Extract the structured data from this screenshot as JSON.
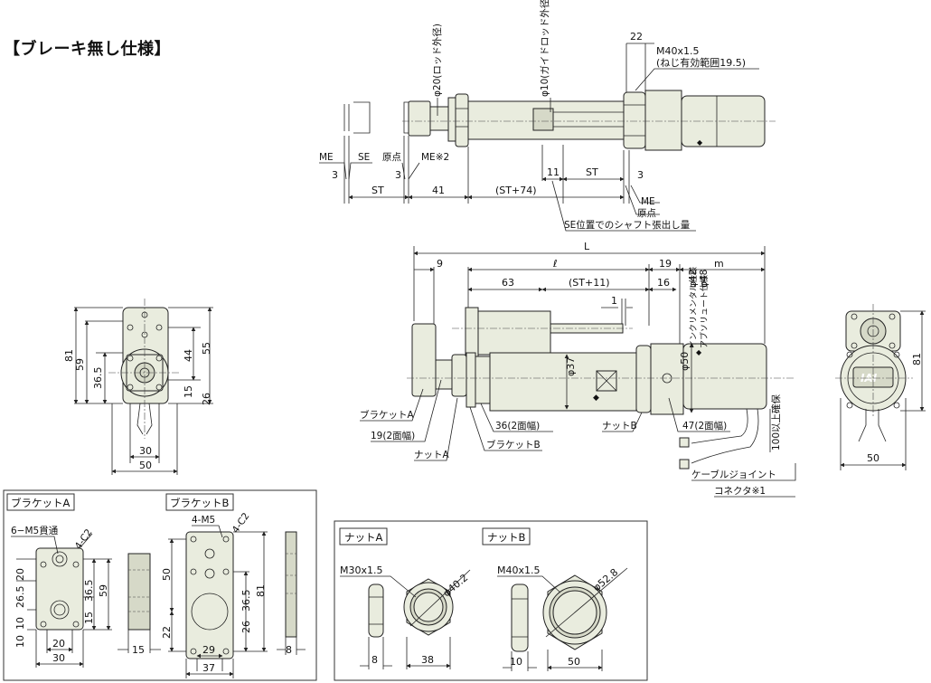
{
  "title": "【ブレーキ無し仕様】",
  "top_view": {
    "rod_od_label": "φ20(ロッド外径)",
    "guide_rod_od_label": "φ10(ガイドロッド外径)",
    "dim_22": "22",
    "thread": "M40x1.5",
    "thread_note": "(ねじ有効範囲19.5)",
    "me_left": "ME",
    "se_left": "SE",
    "origin_left": "原点",
    "me_note": "ME※2",
    "dim_3a": "3",
    "dim_3b": "3",
    "dim_3c": "3",
    "dim_st": "ST",
    "dim_41": "41",
    "dim_st74": "(ST+74)",
    "dim_11": "11",
    "dim_st2": "ST",
    "me_right": "ME",
    "origin_right": "原点",
    "shaft_note": "SE位置でのシャフト張出し量"
  },
  "side_view": {
    "dim_L": "L",
    "dim_9": "9",
    "dim_l": "ℓ",
    "dim_19": "19",
    "dim_m": "m",
    "dim_63": "63",
    "dim_st11": "(ST+11)",
    "dim_16": "16",
    "dim_1": "1",
    "dim_phi37": "φ37",
    "dim_phi50": "φ50",
    "phi42_note": "φ42",
    "phi48_note": "φ48",
    "incremental_note": "インクリメンタル仕様",
    "absolute_note": "アブソリュート仕様",
    "cable_note": "100以上確保",
    "bracket_a": "ブラケットA",
    "width_19": "19(2面幅)",
    "nut_a": "ナットA",
    "width_36": "36(2面幅)",
    "bracket_b": "ブラケットB",
    "nut_b": "ナットB",
    "width_47": "47(2面幅)",
    "cable_joint": "ケーブルジョイント",
    "connector": "コネクタ※1"
  },
  "front_view": {
    "dim_81": "81",
    "dim_59": "59",
    "dim_36_5": "36.5",
    "dim_44": "44",
    "dim_55": "55",
    "dim_15": "15",
    "dim_26": "26",
    "dim_30": "30",
    "dim_50": "50"
  },
  "rear_view": {
    "dim_81": "81",
    "dim_50": "50",
    "logo": "IAI"
  },
  "bracket_a_box": {
    "title": "ブラケットA",
    "holes": "6−M5貫通",
    "chamfer": "4-C2",
    "dim_20": "20",
    "dim_26_5": "26.5",
    "dim_10a": "10",
    "dim_36_5": "36.5",
    "dim_59": "59",
    "dim_15": "15",
    "dim_10b": "10",
    "dim_20w": "20",
    "dim_30": "30",
    "dim_15w": "15"
  },
  "bracket_b_box": {
    "title": "ブラケットB",
    "holes": "4-M5",
    "chamfer": "4-C2",
    "dim_50": "50",
    "dim_22": "22",
    "dim_36_5": "36.5",
    "dim_81": "81",
    "dim_26": "26",
    "dim_29": "29",
    "dim_37": "37",
    "dim_8": "8"
  },
  "nut_box": {
    "nut_a_title": "ナットA",
    "nut_b_title": "ナットB",
    "thread_a": "M30x1.5",
    "dia_a": "φ40.2",
    "thread_b": "M40x1.5",
    "dia_b": "φ52.8",
    "dim_8": "8",
    "dim_38": "38",
    "dim_10": "10",
    "dim_50": "50"
  }
}
